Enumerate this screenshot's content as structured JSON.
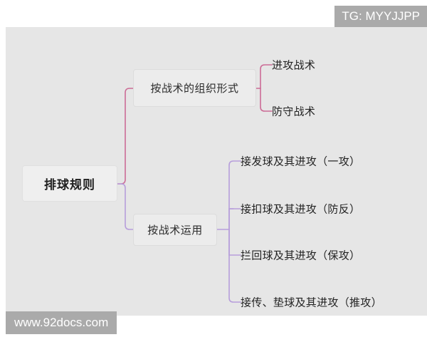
{
  "watermarks": {
    "top_right": "TG: MYYJJPP",
    "bottom_left": "www.92docs.com"
  },
  "colors": {
    "canvas_bg": "#e6e6e6",
    "page_bg": "#ffffff",
    "branch_pink": "#cc6c96",
    "branch_purple": "#b79edb",
    "node_fill": "#ececec",
    "node_border": "#dcdcdc",
    "text": "#222222",
    "watermark_bg": "#aaaaaa",
    "watermark_text": "#ffffff"
  },
  "mindmap": {
    "root": {
      "label": "排球规则"
    },
    "branches": [
      {
        "id": "organization-form",
        "label": "按战术的组织形式",
        "color": "#cc6c96",
        "leaves": [
          {
            "label": "进攻战术"
          },
          {
            "label": "防守战术"
          }
        ]
      },
      {
        "id": "tactical-application",
        "label": "按战术运用",
        "color": "#b79edb",
        "leaves": [
          {
            "label": "接发球及其进攻（一攻）"
          },
          {
            "label": "接扣球及其进攻（防反）"
          },
          {
            "label": "拦回球及其进攻（保攻）"
          },
          {
            "label": "接传、垫球及其进攻（推攻）"
          }
        ]
      }
    ]
  }
}
